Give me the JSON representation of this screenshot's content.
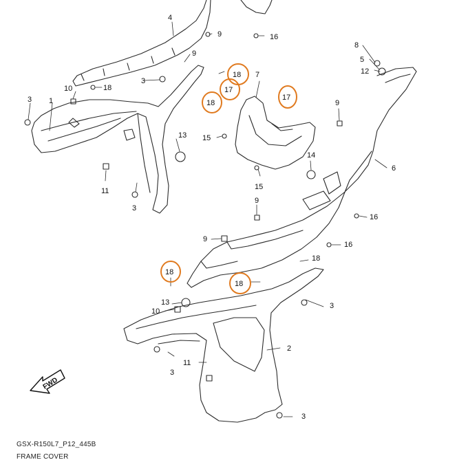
{
  "diagram": {
    "code": "GSX-R150L7_P12_445B",
    "title": "FRAME COVER",
    "fwd_label": "FWD",
    "highlight_color": "#e07a1f",
    "line_color": "#2a2a2a",
    "callouts": {
      "c1": "1",
      "c2": "2",
      "c3a": "3",
      "c3b": "3",
      "c3c": "3",
      "c3d": "3",
      "c3e": "3",
      "c3f": "3",
      "c4": "4",
      "c5": "5",
      "c6": "6",
      "c7": "7",
      "c8": "8",
      "c9a": "9",
      "c9b": "9",
      "c9c": "9",
      "c9d": "9",
      "c9e": "9",
      "c10a": "10",
      "c10b": "10",
      "c11a": "11",
      "c11b": "11",
      "c12": "12",
      "c13a": "13",
      "c13b": "13",
      "c14": "14",
      "c15a": "15",
      "c15b": "15",
      "c16a": "16",
      "c16b": "16",
      "c16c": "16",
      "c17a": "17",
      "c17b": "17",
      "c18a": "18",
      "c18b": "18",
      "c18c": "18",
      "c18d": "18",
      "c18e": "18",
      "c18f": "18"
    }
  }
}
